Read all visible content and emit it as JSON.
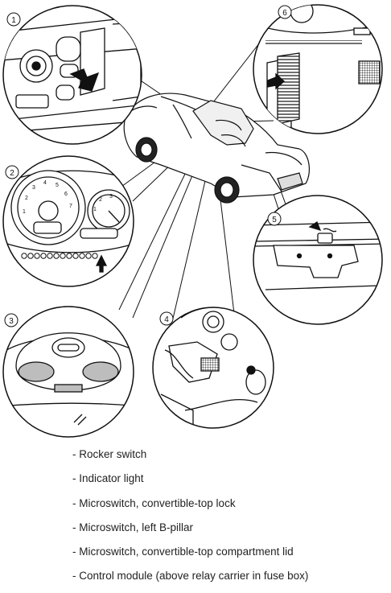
{
  "callouts": [
    {
      "number": "1",
      "label": "Rocker switch"
    },
    {
      "number": "2",
      "label": "Indicator light"
    },
    {
      "number": "3",
      "label": "Microswitch, convertible-top lock"
    },
    {
      "number": "4",
      "label": "Microswitch, left B-pillar"
    },
    {
      "number": "5",
      "label": "Microswitch, convertible-top compartment lid"
    },
    {
      "number": "6",
      "label": "Control module (above relay carrier in fuse box)"
    }
  ],
  "legend_prefix": "- ",
  "detail_2_gauges": {
    "left_scale": [
      "1",
      "2",
      "3",
      "4",
      "5",
      "6",
      "7"
    ],
    "right_scale": [
      "1",
      "2",
      "3"
    ]
  },
  "colors": {
    "line": "#111111",
    "background": "#ffffff",
    "light_fill": "#f0f0f0",
    "shade": "#bdbdbd"
  }
}
